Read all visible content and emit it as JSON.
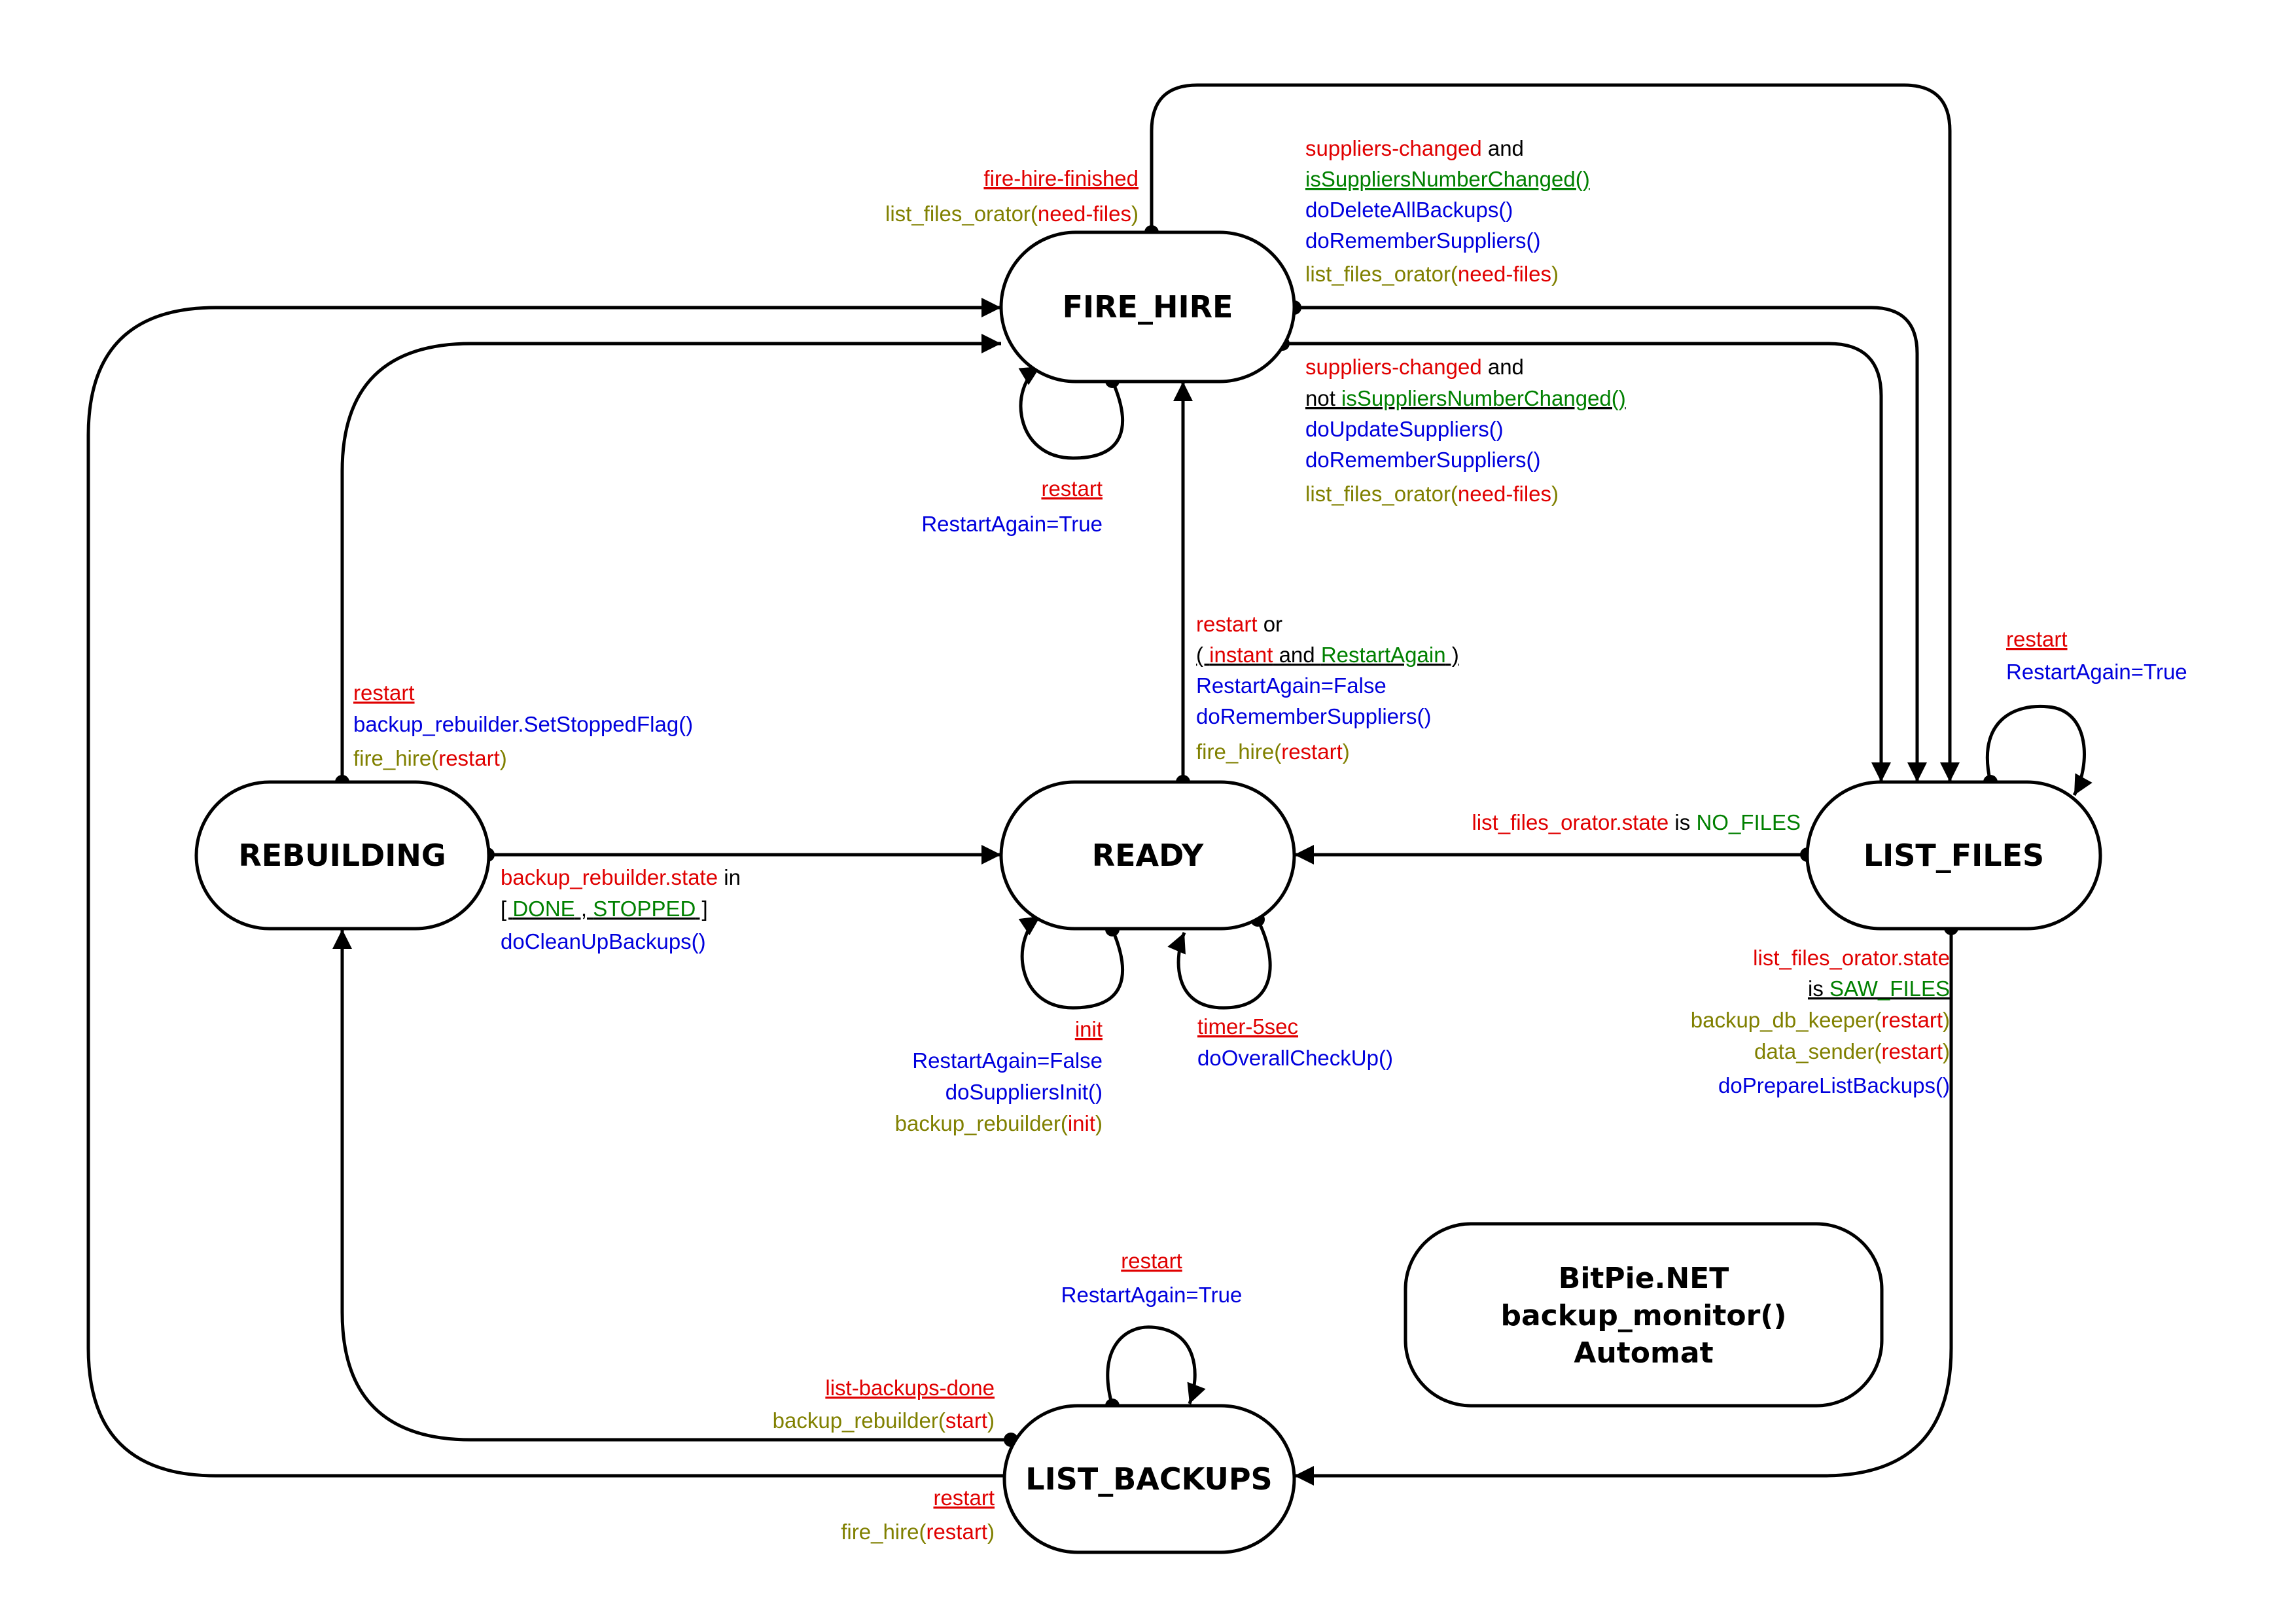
{
  "title": {
    "line1": "BitPie.NET",
    "line2": "backup_monitor()",
    "line3": "Automat"
  },
  "states": {
    "fire_hire": "FIRE_HIRE",
    "ready": "READY",
    "rebuilding": "REBUILDING",
    "list_files": "LIST_FILES",
    "list_backups": "LIST_BACKUPS"
  },
  "colors": {
    "event": "#e00000",
    "condition": "#008000",
    "action": "#0000dd",
    "call": "#808000",
    "keyword": "#000000"
  },
  "labels": {
    "fh_finished": {
      "event": "fire-hire-finished",
      "call_name": "list_files_orator(",
      "call_arg": "need-files",
      "call_close": ")"
    },
    "fh_suppliers_changed": {
      "event": "suppliers-changed",
      "and": " and",
      "cond": "isSuppliersNumberChanged()",
      "act1": "doDeleteAllBackups()",
      "act2": "doRememberSuppliers()",
      "call_name": "list_files_orator(",
      "call_arg": "need-files",
      "call_close": ")"
    },
    "fh_suppliers_changed_not": {
      "event": "suppliers-changed",
      "and": " and",
      "not": "not ",
      "cond": "isSuppliersNumberChanged()",
      "act1": "doUpdateSuppliers()",
      "act2": "doRememberSuppliers()",
      "call_name": "list_files_orator(",
      "call_arg": "need-files",
      "call_close": ")"
    },
    "fh_restart": {
      "event": "restart",
      "act": "RestartAgain=True"
    },
    "ready_to_fh": {
      "event": "restart",
      "or": " or",
      "open": "( ",
      "cond1": "instant",
      "and": " and ",
      "cond2": "RestartAgain",
      "close": " )",
      "act1": "RestartAgain=False",
      "act2": "doRememberSuppliers()",
      "call_name": "fire_hire(",
      "call_arg": "restart",
      "call_close": ")"
    },
    "rebuild_restart": {
      "event": "restart",
      "act": "backup_rebuilder.SetStoppedFlag()",
      "call_name": "fire_hire(",
      "call_arg": "restart",
      "call_close": ")"
    },
    "rebuild_to_ready": {
      "event": "backup_rebuilder.state",
      "in": " in",
      "open": "[ ",
      "cond1": "DONE",
      "comma": " , ",
      "cond2": "STOPPED",
      "close": " ]",
      "act": "doCleanUpBackups()"
    },
    "ready_init": {
      "event": "init",
      "act1": "RestartAgain=False",
      "act2": "doSuppliersInit()",
      "call_name": "backup_rebuilder(",
      "call_arg": "init",
      "call_close": ")"
    },
    "ready_timer": {
      "event": "timer-5sec",
      "act": "doOverallCheckUp()"
    },
    "lf_no_files": {
      "event": "list_files_orator.state",
      "is": " is ",
      "cond": "NO_FILES"
    },
    "lf_restart": {
      "event": "restart",
      "act": "RestartAgain=True"
    },
    "lf_saw_files": {
      "event": "list_files_orator.state",
      "is": "is ",
      "cond": "SAW_FILES",
      "call1_name": "backup_db_keeper(",
      "call1_arg": "restart",
      "call1_close": ")",
      "call2_name": "data_sender(",
      "call2_arg": "restart",
      "call2_close": ")",
      "act": "doPrepareListBackups()"
    },
    "lb_restart_self": {
      "event": "restart",
      "act": "RestartAgain=True"
    },
    "lb_done": {
      "event": "list-backups-done",
      "call_name": "backup_rebuilder(",
      "call_arg": "start",
      "call_close": ")"
    },
    "lb_restart": {
      "event": "restart",
      "call_name": "fire_hire(",
      "call_arg": "restart",
      "call_close": ")"
    }
  }
}
